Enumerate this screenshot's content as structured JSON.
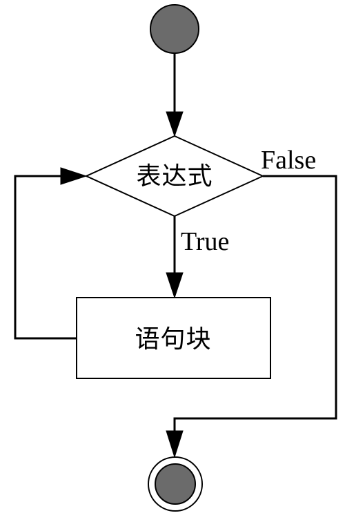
{
  "diagram": {
    "type": "flowchart",
    "colors": {
      "terminal_fill": "#6b6b6b",
      "node_fill": "#ffffff",
      "stroke": "#000000"
    },
    "nodes": {
      "start": {
        "shape": "circle"
      },
      "condition": {
        "shape": "diamond",
        "label": "表达式"
      },
      "statement_block": {
        "shape": "rectangle",
        "label": "语句块"
      },
      "end": {
        "shape": "circle"
      }
    },
    "edges": {
      "start_to_condition": {
        "from": "start",
        "to": "condition"
      },
      "condition_true": {
        "from": "condition",
        "to": "statement_block",
        "label": "True"
      },
      "statement_loop_back": {
        "from": "statement_block",
        "to": "condition"
      },
      "condition_false": {
        "from": "condition",
        "to": "end",
        "label": "False"
      }
    }
  }
}
